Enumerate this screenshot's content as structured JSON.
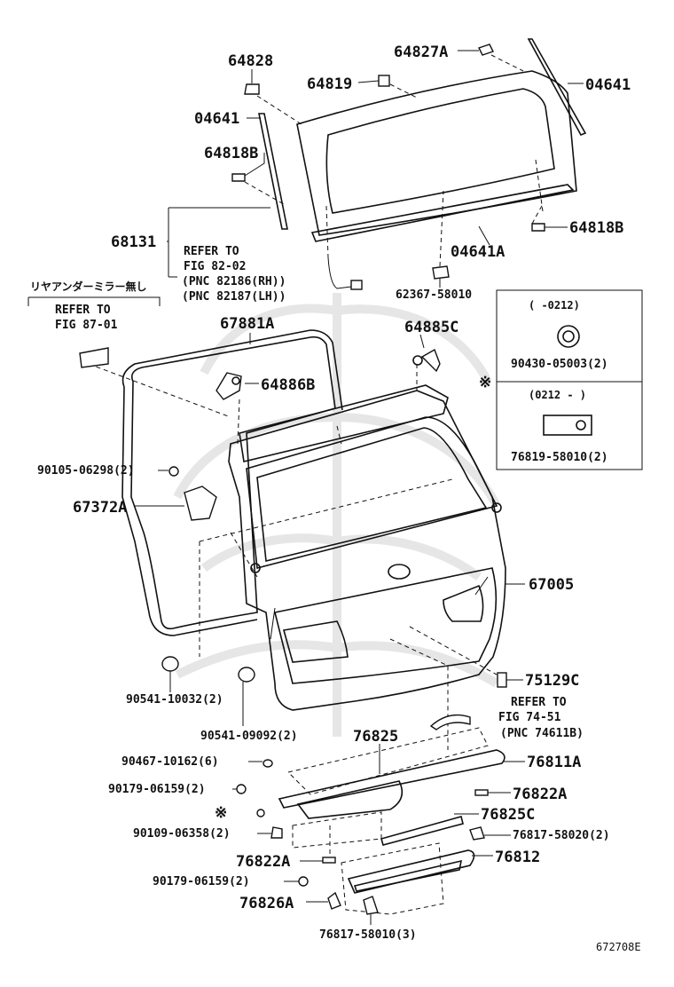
{
  "diagram_id": "672708E",
  "parts": [
    {
      "key": "p64828",
      "text": "64828"
    },
    {
      "key": "p64827A",
      "text": "64827A"
    },
    {
      "key": "p64819",
      "text": "64819"
    },
    {
      "key": "p04641_top",
      "text": "04641"
    },
    {
      "key": "p04641_left",
      "text": "04641"
    },
    {
      "key": "p64818B_left",
      "text": "64818B"
    },
    {
      "key": "p64818B_right",
      "text": "64818B"
    },
    {
      "key": "p68131",
      "text": "68131"
    },
    {
      "key": "p04641A",
      "text": "04641A"
    },
    {
      "key": "p62367",
      "text": "62367-58010"
    },
    {
      "key": "p67881A",
      "text": "67881A"
    },
    {
      "key": "p64885C",
      "text": "64885C"
    },
    {
      "key": "p64886B",
      "text": "64886B"
    },
    {
      "key": "p90105",
      "text": "90105-06298(2)"
    },
    {
      "key": "p67372A",
      "text": "67372A"
    },
    {
      "key": "p67005",
      "text": "67005"
    },
    {
      "key": "p75129C",
      "text": "75129C"
    },
    {
      "key": "p90541_10032",
      "text": "90541-10032(2)"
    },
    {
      "key": "p90541_09092",
      "text": "90541-09092(2)"
    },
    {
      "key": "p76825",
      "text": "76825"
    },
    {
      "key": "p76811A",
      "text": "76811A"
    },
    {
      "key": "p90467",
      "text": "90467-10162(6)"
    },
    {
      "key": "p90179_a",
      "text": "90179-06159(2)"
    },
    {
      "key": "p76822A_r",
      "text": "76822A"
    },
    {
      "key": "p76825C",
      "text": "76825C"
    },
    {
      "key": "p90109",
      "text": "90109-06358(2)"
    },
    {
      "key": "p76817_58020",
      "text": "76817-58020(2)"
    },
    {
      "key": "p76822A_l",
      "text": "76822A"
    },
    {
      "key": "p76812",
      "text": "76812"
    },
    {
      "key": "p90179_b",
      "text": "90179-06159(2)"
    },
    {
      "key": "p76826A",
      "text": "76826A"
    },
    {
      "key": "p76817_58010",
      "text": "76817-58010(3)"
    }
  ],
  "notes": {
    "refer_82_l1": "REFER TO",
    "refer_82_l2": "FIG 82-02",
    "refer_82_l3": "(PNC 82186(RH))",
    "refer_82_l4": "(PNC 82187(LH))",
    "mirror_jp": "リヤアンダーミラー無し",
    "refer_87_l1": "REFER TO",
    "refer_87_l2": "FIG 87-01",
    "refer_74_l1": "REFER TO",
    "refer_74_l2": "FIG 74-51",
    "refer_74_l3": "(PNC 74611B)",
    "ref_mark": "※",
    "ref_mark_small": "※"
  },
  "inset": {
    "top_range": "(       -0212)",
    "top_part": "90430-05003(2)",
    "bottom_range": "(0212 -       )",
    "bottom_part": "76819-58010(2)"
  }
}
